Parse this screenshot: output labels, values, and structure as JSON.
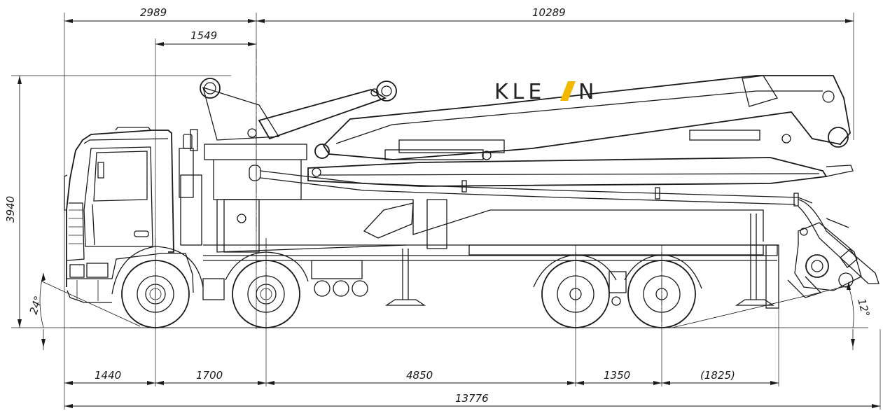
{
  "brand": {
    "logo_text_left": "KLE",
    "logo_text_right": "N",
    "logo_accent_color": "#f2b800"
  },
  "dimensions": {
    "top_front": "2989",
    "top_boom": "10289",
    "top_inner": "1549",
    "height": "3940",
    "bottom_1": "1440",
    "bottom_2": "1700",
    "bottom_3": "4850",
    "bottom_4": "1350",
    "bottom_5": "(1825)",
    "overall_length": "13776",
    "front_angle": "24°",
    "rear_angle": "12°"
  },
  "colors": {
    "line": "#1a1a1a",
    "background": "#ffffff"
  }
}
